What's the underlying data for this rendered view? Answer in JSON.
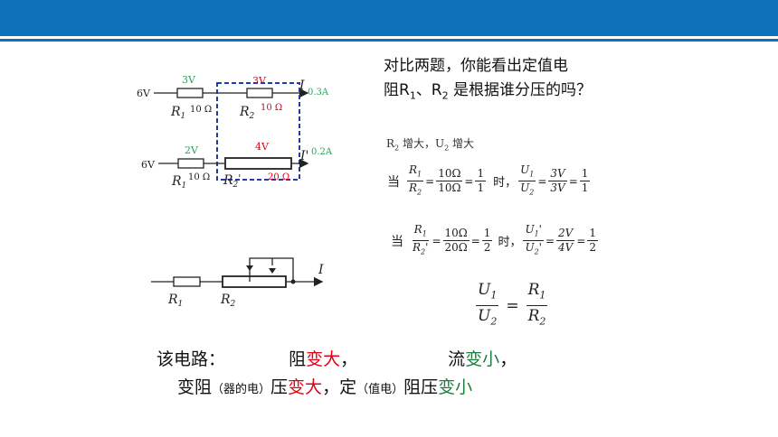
{
  "question": {
    "line1": "对比两题，你能看出定值电",
    "line2_prefix": "阻R",
    "sub1": "1",
    "sep": "、R",
    "sub2": "2",
    "line2_suffix": " 是根据谁分压的吗？"
  },
  "circuit1": {
    "source": "6V",
    "v1": "3V",
    "v2": "3V",
    "r1_name": "R",
    "r1_sub": "1",
    "r1_value": "10 Ω",
    "r2_name": "R",
    "r2_sub": "2",
    "r2_value": "10 Ω",
    "current_symbol": "I",
    "current_value": "0.3A"
  },
  "circuit2": {
    "source": "6V",
    "v1": "2V",
    "v2": "4V",
    "r1_name": "R",
    "r1_sub": "1",
    "r1_value": "10 Ω",
    "r2_name": "R",
    "r2_sub": "2",
    "r2_prime": "'",
    "r2_value": "20 Ω",
    "current_symbol": "I'",
    "current_value": "0.2A"
  },
  "circuit3": {
    "r1_name": "R",
    "r1_sub": "1",
    "r2_name": "R",
    "r2_sub": "2",
    "current_symbol": "I"
  },
  "note": {
    "r": "R",
    "r_sub": "2",
    "inc1": " 增大，U",
    "u_sub": "2",
    "inc2": " 增大"
  },
  "eq1": {
    "when": "当",
    "r_num": "R",
    "r_num_sub": "1",
    "r_den": "R",
    "r_den_sub": "2",
    "v_num": "10Ω",
    "v_den": "10Ω",
    "ratio_num": "1",
    "ratio_den": "1",
    "time": "时，",
    "u_num": "U",
    "u_num_sub": "1",
    "u_den": "U",
    "u_den_sub": "2",
    "uv_num": "3V",
    "uv_den": "3V",
    "uratio_num": "1",
    "uratio_den": "1",
    "eq": "="
  },
  "eq2": {
    "when": "当",
    "r_num": "R",
    "r_num_sub": "1",
    "r_den": "R",
    "r_den_sub": "2",
    "r_den_prime": "'",
    "v_num": "10Ω",
    "v_den": "20Ω",
    "ratio_num": "1",
    "ratio_den": "2",
    "time": "时，",
    "u_num": "U",
    "u_num_sub": "1",
    "u_num_prime": "'",
    "u_den": "U",
    "u_den_sub": "2",
    "u_den_prime": "'",
    "uv_num": "2V",
    "uv_den": "4V",
    "uratio_num": "1",
    "uratio_den": "2",
    "eq": "="
  },
  "formula": {
    "u_num": "U",
    "u_num_sub": "1",
    "u_den": "U",
    "u_den_sub": "2",
    "r_num": "R",
    "r_num_sub": "1",
    "r_den": "R",
    "r_den_sub": "2",
    "eq": "="
  },
  "summary": {
    "line1": {
      "a": "该电路：",
      "b": "阻",
      "c": "变大",
      "d": "，",
      "e": "流",
      "f": "变小",
      "g": "，"
    },
    "line2": {
      "a": "变阻",
      "b": "（器的电）",
      "c": "压",
      "d": "变大",
      "e": "，定",
      "f": "（值电）",
      "g": "阻压",
      "h": "变小"
    }
  },
  "colors": {
    "header": "#0d72b8",
    "voltage_label": "#2e9e5b",
    "resistance_label": "#e60012",
    "current_label": "#2e9e5b",
    "dashed_box": "#1f3ca6",
    "highlight_red": "#e60012",
    "highlight_green": "#1a7f3c"
  }
}
